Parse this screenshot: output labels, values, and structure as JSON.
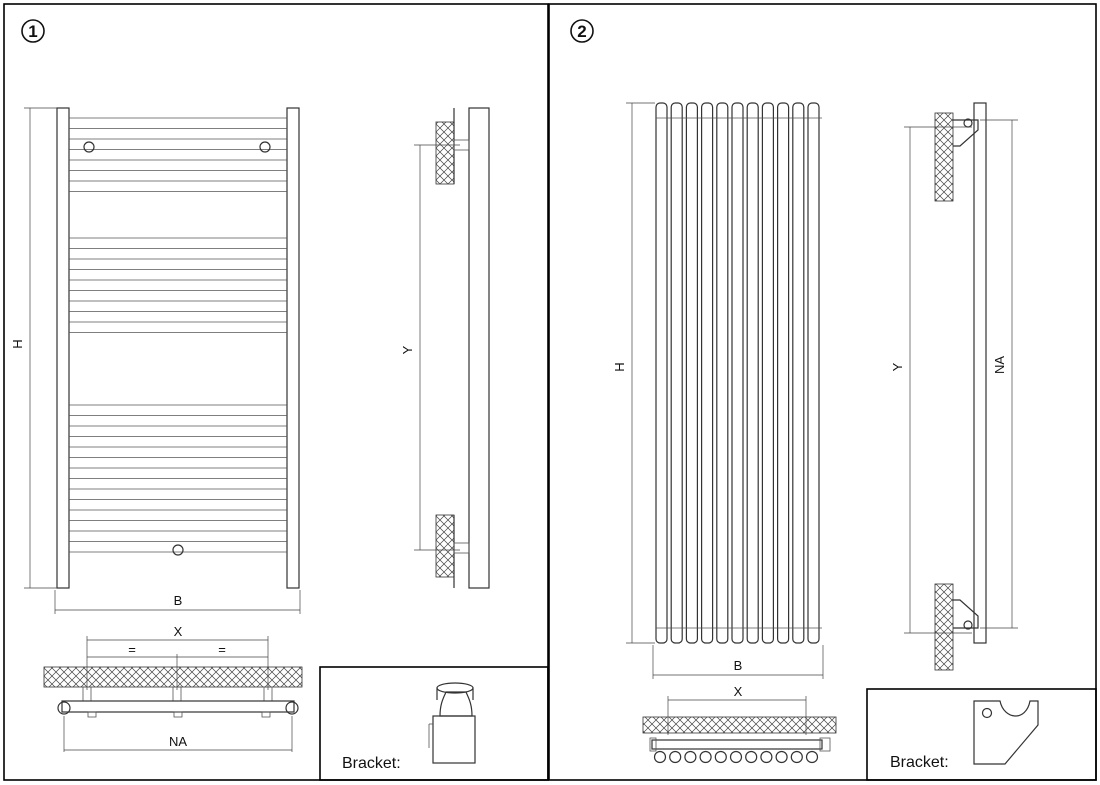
{
  "panel1": {
    "number": "1",
    "labels": {
      "H": "H",
      "B": "B",
      "Y": "Y",
      "X": "X",
      "NA": "NA",
      "eq": "="
    },
    "bracket_label": "Bracket:"
  },
  "panel2": {
    "number": "2",
    "labels": {
      "H": "H",
      "B": "B",
      "Y": "Y",
      "NA": "NA",
      "X": "X"
    },
    "bracket_label": "Bracket:"
  }
}
